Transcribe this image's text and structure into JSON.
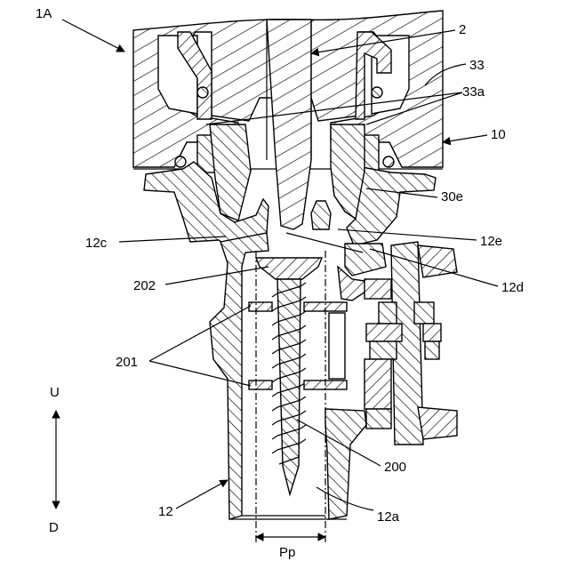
{
  "labels": {
    "fig": "1A",
    "nozzle": "2",
    "cover": "33",
    "cover_hole": "33a",
    "head": "10",
    "seat": "30e",
    "boss_upper": "12c",
    "boss_right": "12e",
    "screw_head": "202",
    "flange": "12d",
    "washers": "201",
    "up": "U",
    "screw": "200",
    "down": "D",
    "tube": "12",
    "bore": "12a",
    "pitch": "Pp"
  }
}
